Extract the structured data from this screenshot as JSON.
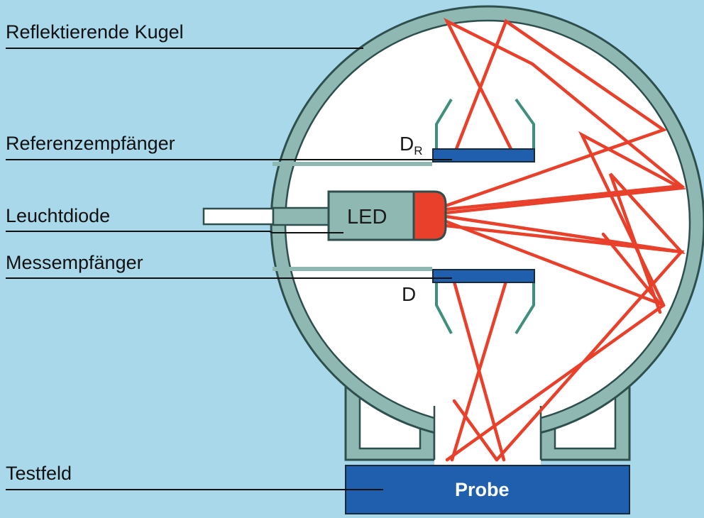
{
  "labels": {
    "sphere": "Reflektierende Kugel",
    "reference": "Referenzempfänger",
    "led": "Leuchtdiode",
    "measure": "Messempfänger",
    "testfield": "Testfeld"
  },
  "components": {
    "led_text": "LED",
    "detector_ref_main": "D",
    "detector_ref_sub": "R",
    "detector_measure": "D",
    "probe_text": "Probe"
  },
  "colors": {
    "background": "#a8d8ea",
    "sphere_wall": "#8fb8b2",
    "outline": "#2f4f4f",
    "detector": "#1f5fae",
    "probe": "#1f5fae",
    "led_body": "#8fb8b2",
    "led_tip": "#e8402a",
    "ray": "#e8402a",
    "shield": "#3f8f7f"
  }
}
